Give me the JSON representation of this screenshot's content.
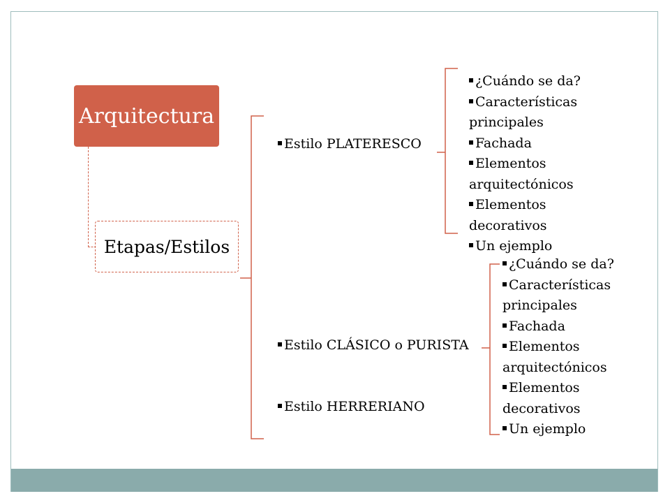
{
  "diagram": {
    "root_label": "Arquitectura",
    "child_label": "Etapas/Estilos",
    "styles": [
      {
        "label": "Estilo PLATERESCO"
      },
      {
        "label": "Estilo CLÁSICO o PURISTA"
      },
      {
        "label": "Estilo HERRERIANO"
      }
    ],
    "plateresco_topics": [
      "¿Cuándo se da?",
      "Características",
      "principales",
      "Fachada",
      "Elementos",
      "arquitectónicos",
      "Elementos",
      "decorativos",
      "Un ejemplo"
    ],
    "clasico_topics": [
      "¿Cuándo se da?",
      "Características",
      "principales",
      "Fachada",
      "Elementos",
      "arquitectónicos",
      "Elementos",
      "decorativos",
      "Un ejemplo"
    ]
  },
  "colors": {
    "accent": "#d0614a",
    "footer_bar": "#8aabab",
    "frame_border": "#9fbdbd"
  }
}
